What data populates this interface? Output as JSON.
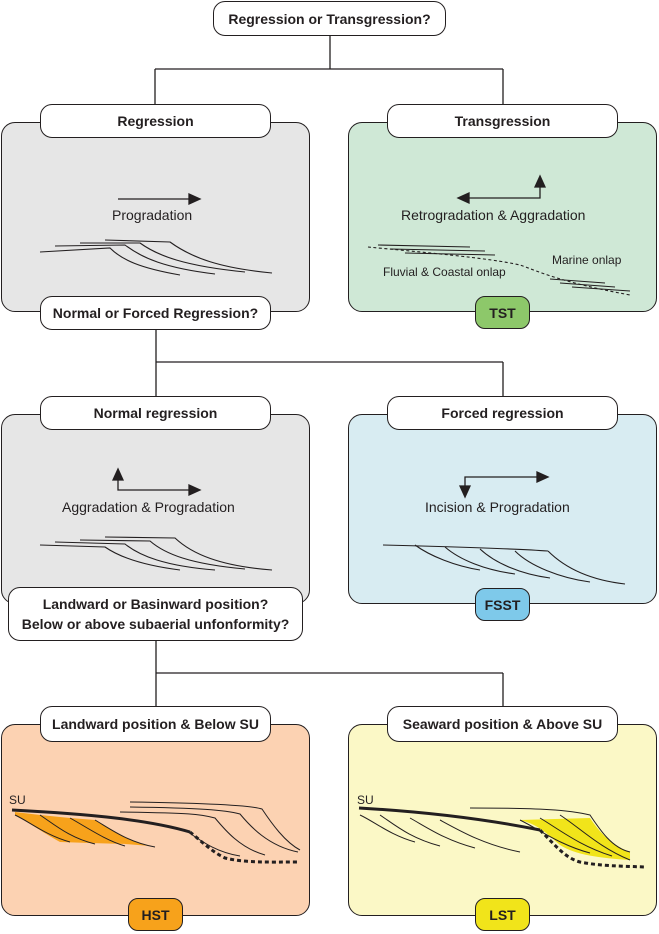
{
  "root": {
    "label": "Regression or Transgression?"
  },
  "regression": {
    "title": "Regression",
    "motion": "Progradation"
  },
  "transgression": {
    "title": "Transgression",
    "motion": "Retrogradation & Aggradation",
    "left_note": "Fluvial  & Coastal onlap",
    "right_note": "Marine onlap",
    "tag": "TST",
    "tag_color": "#8dc86a",
    "panel_color": "#cfe8d6"
  },
  "q_normal_forced": {
    "label": "Normal or Forced Regression?"
  },
  "normal": {
    "title": "Normal regression",
    "motion": "Aggradation & Progradation"
  },
  "forced": {
    "title": "Forced regression",
    "motion": "Incision & Progradation",
    "tag": "FSST",
    "tag_color": "#7ec9ea",
    "panel_color": "#d8ecf2"
  },
  "q_position": {
    "line1": "Landward or Basinward position?",
    "line2": "Below or above subaerial unfonformity?"
  },
  "landward": {
    "title": "Landward position & Below SU",
    "su_label": "SU",
    "tag": "HST",
    "tag_color": "#f7a21b",
    "panel_color": "#fcd2b2"
  },
  "seaward": {
    "title": "Seaward position & Above SU",
    "su_label": "SU",
    "tag": "LST",
    "tag_color": "#f1e41a",
    "panel_color": "#fbf8c6"
  },
  "colors": {
    "grey_panel": "#e6e6e6",
    "line": "#231f20",
    "hst_fill": "#f7a21b",
    "lst_fill": "#f1e41a"
  }
}
